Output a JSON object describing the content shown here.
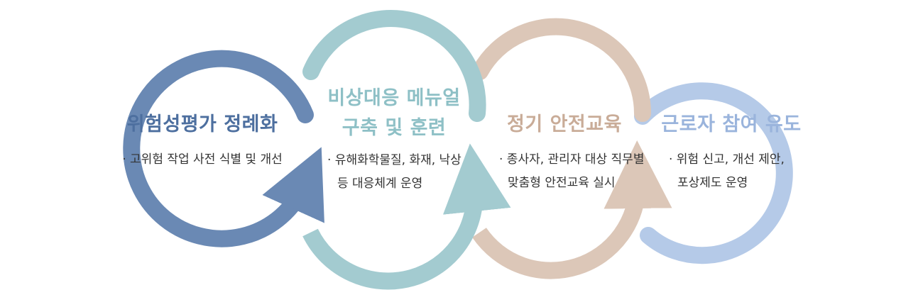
{
  "colors": {
    "step1": "#6a89b4",
    "step2": "#a3cbd0",
    "step3": "#dcc7b8",
    "step4": "#b5cae8"
  },
  "steps": [
    {
      "title_lines": [
        "위험성평가 정례화"
      ],
      "bullets": [
        "· 고위험 작업 사전 식별 및 개선"
      ]
    },
    {
      "title_lines": [
        "비상대응 메뉴얼",
        "구축 및 훈련"
      ],
      "bullets": [
        "· 유해화학물질, 화재, 낙상",
        "등 대응체계 운영"
      ]
    },
    {
      "title_lines": [
        "정기 안전교육"
      ],
      "bullets": [
        "· 종사자, 관리자 대상 직무별",
        "맞춤형 안전교육 실시"
      ]
    },
    {
      "title_lines": [
        "근로자 참여 유도"
      ],
      "bullets": [
        "· 위험 신고, 개선 제안,",
        "포상제도 운영"
      ]
    }
  ]
}
